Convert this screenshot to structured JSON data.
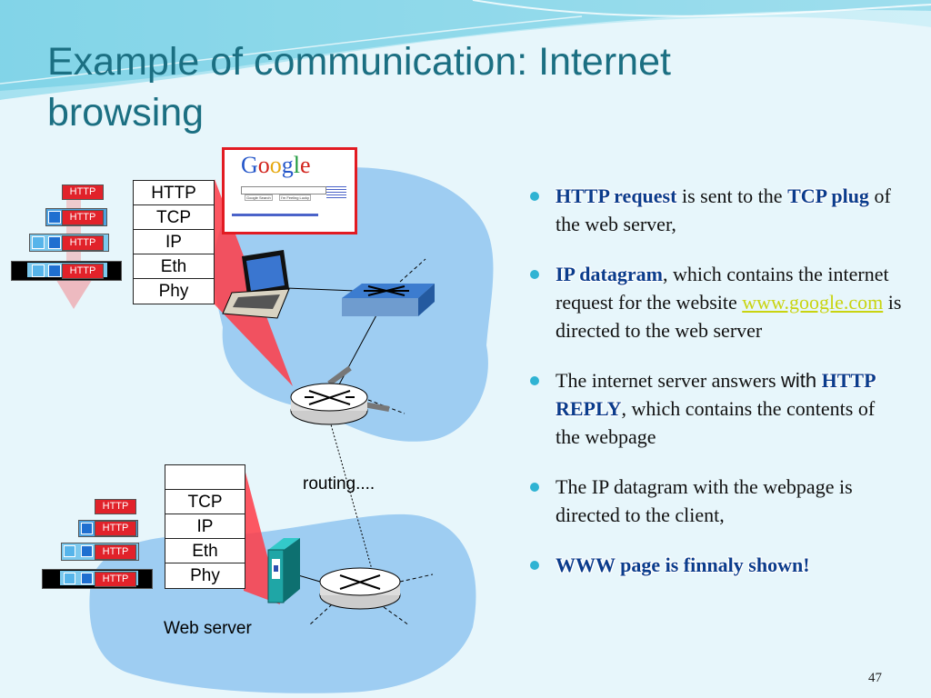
{
  "slide": {
    "title": "Example of communication: Internet browsing",
    "page_number": "47"
  },
  "client_stack": [
    "HTTP",
    "TCP",
    "IP",
    "Eth",
    "Phy"
  ],
  "server_stack": [
    "",
    "TCP",
    "IP",
    "Eth",
    "Phy"
  ],
  "http_tag": "HTTP",
  "labels": {
    "routing": "routing....",
    "web_server": "Web server"
  },
  "google_screenshot": {
    "logo": "Google",
    "button_search": "Google Search",
    "button_lucky": "I'm Feeling Lucky"
  },
  "bullets": [
    {
      "parts": [
        {
          "t": "HTTP request",
          "s": "hl"
        },
        {
          "t": " is sent to the ",
          "s": ""
        },
        {
          "t": "TCP plug",
          "s": "hl"
        },
        {
          "t": " of the web server,",
          "s": ""
        }
      ]
    },
    {
      "parts": [
        {
          "t": "IP datagram",
          "s": "hl"
        },
        {
          "t": ", which contains the internet request for the website ",
          "s": ""
        },
        {
          "t": "www.google.com",
          "s": "lnk"
        },
        {
          "t": " is directed to the web server",
          "s": ""
        }
      ]
    },
    {
      "parts": [
        {
          "t": "The internet server answers ",
          "s": ""
        },
        {
          "t": "with",
          "s": "sans"
        },
        {
          "t": " ",
          "s": ""
        },
        {
          "t": "HTTP REPLY",
          "s": "hl"
        },
        {
          "t": ", which contains the contents of the webpage",
          "s": ""
        }
      ]
    },
    {
      "parts": [
        {
          "t": "The IP datagram with the webpage is directed to the client,",
          "s": ""
        }
      ]
    },
    {
      "parts": [
        {
          "t": "WWW page is finnaly shown!",
          "s": "hl"
        }
      ]
    }
  ],
  "colors": {
    "title": "#1b6f82",
    "network_cloud": "#9ecdf2",
    "http_tag": "#e1222a",
    "bullet_dot": "#2fb3d3",
    "highlight_text": "#0b3c8c",
    "link": "#c9d410"
  }
}
